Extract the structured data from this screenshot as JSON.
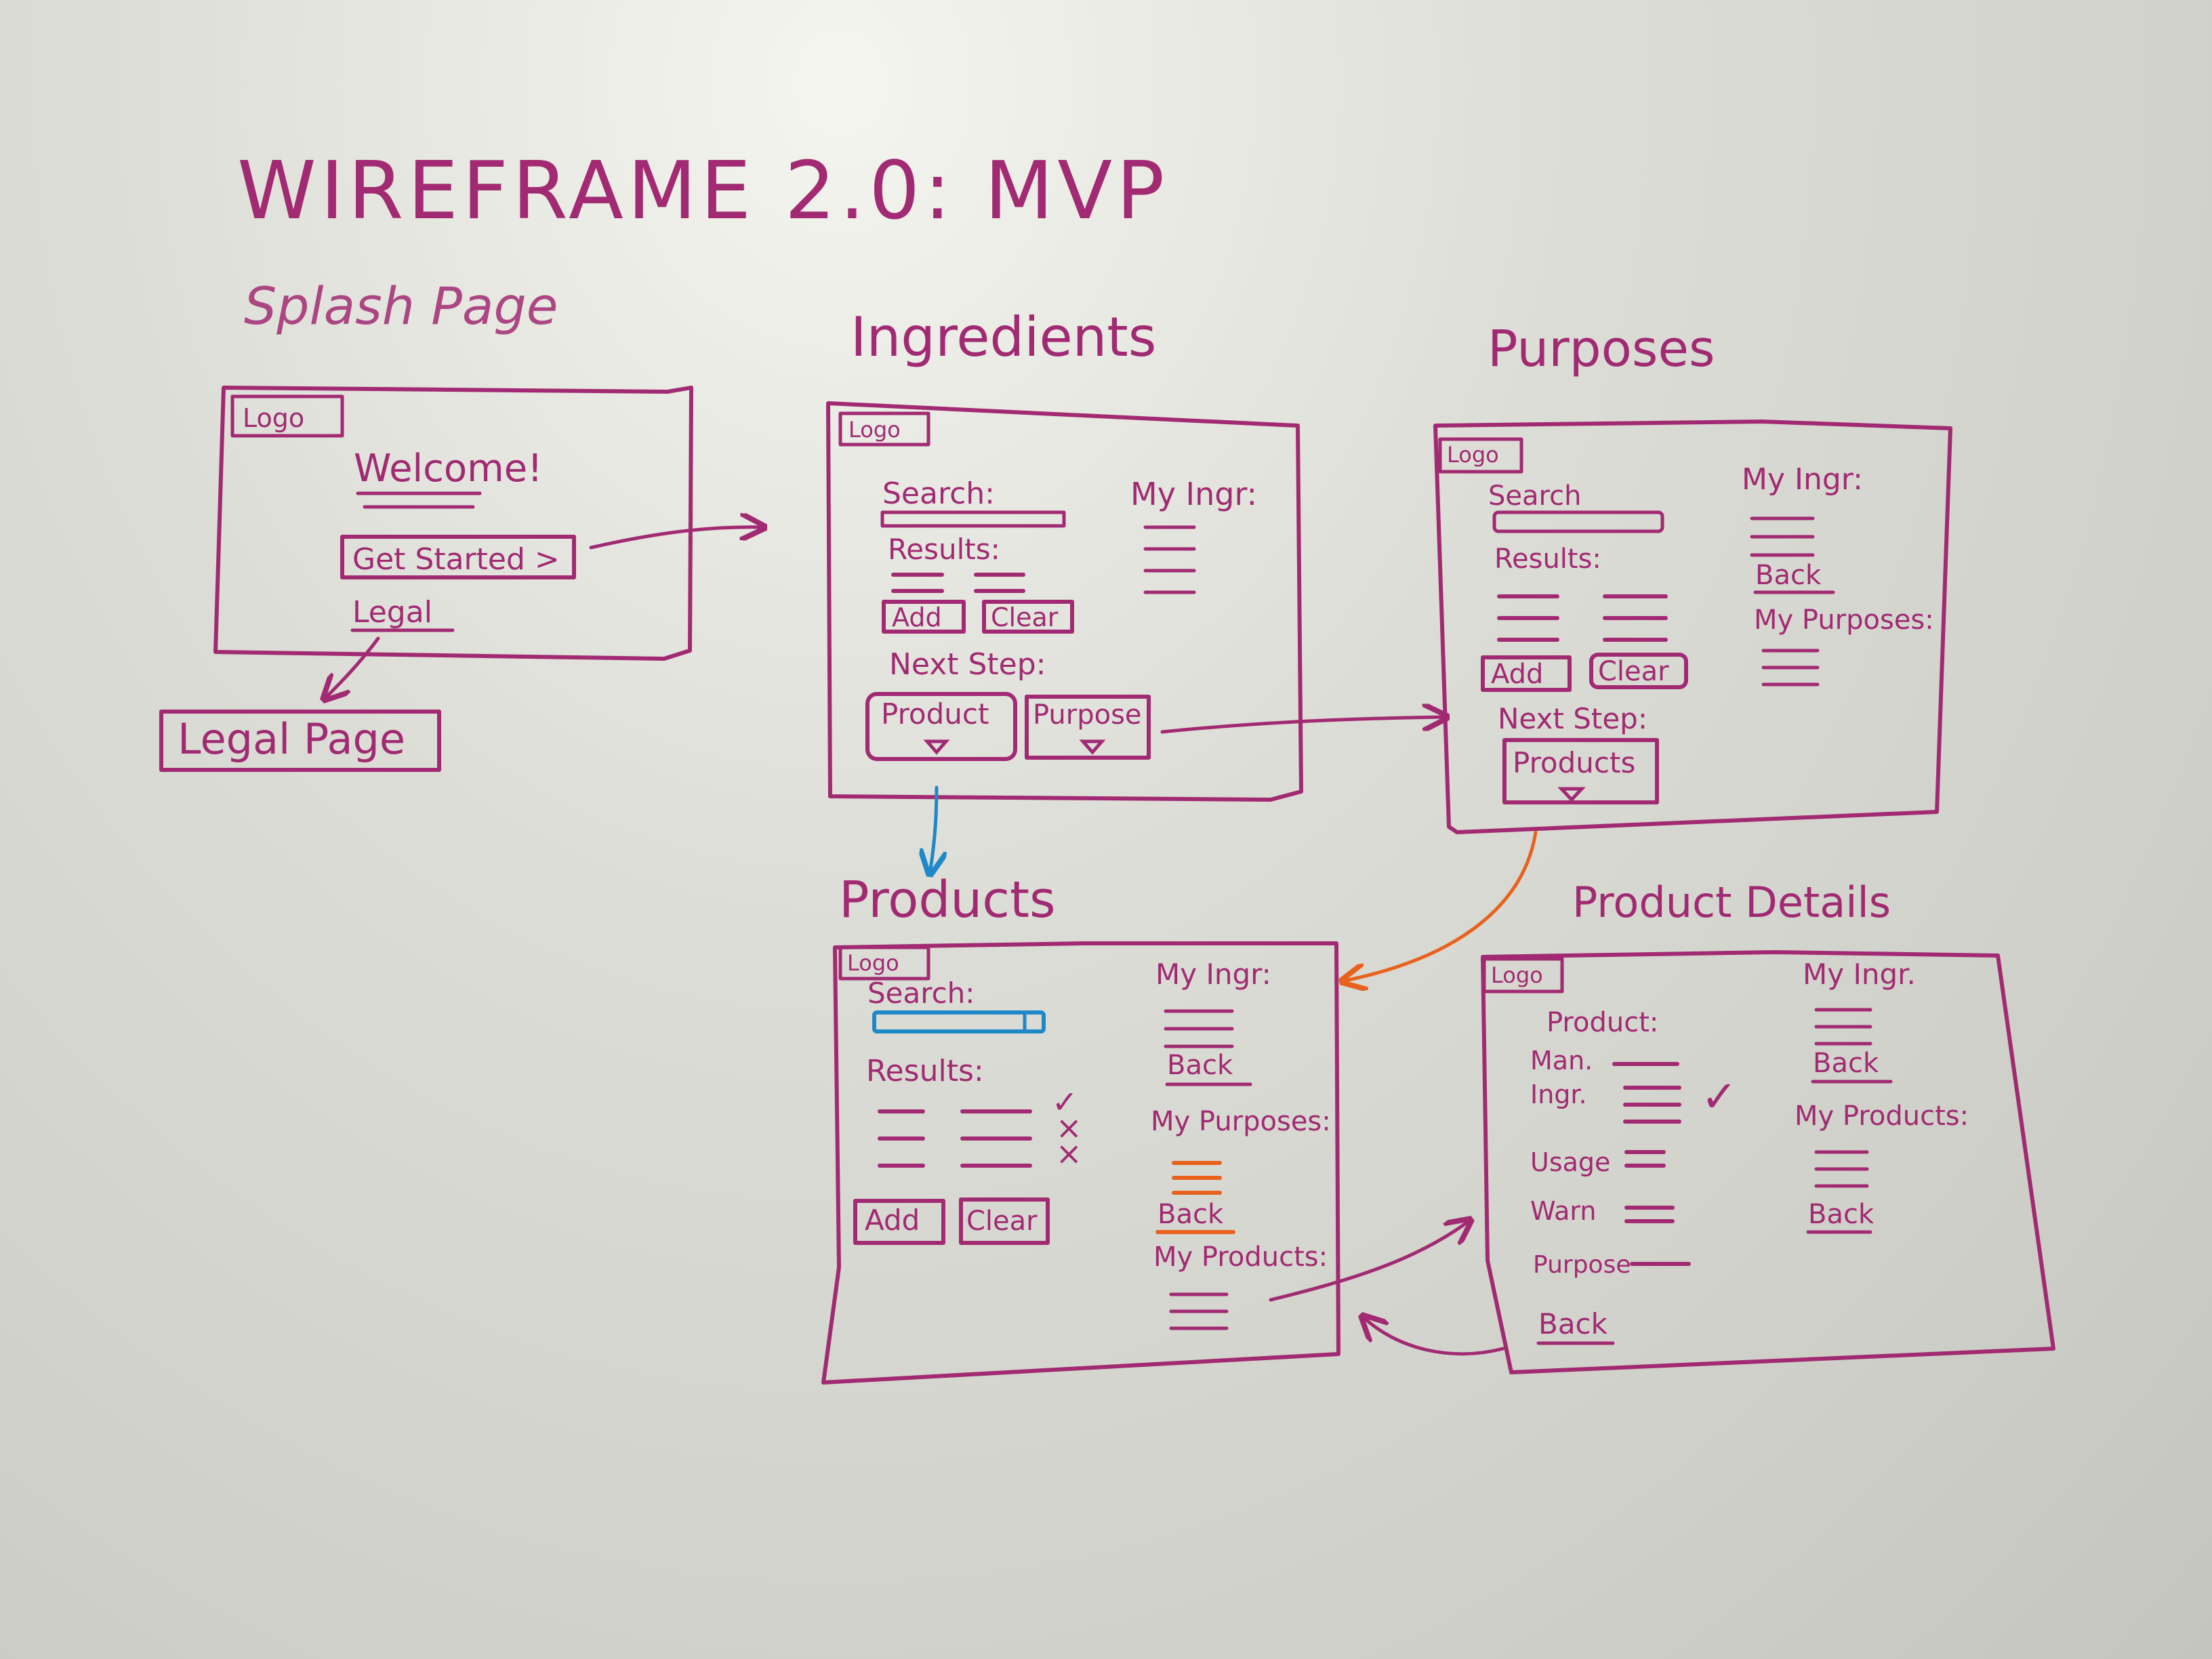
{
  "title": "WIREFRAME 2.0: MVP",
  "colors": {
    "marker_magenta": "#a12a72",
    "marker_blue": "#1e88c8",
    "marker_orange": "#e8621e",
    "board": "#d8d9d2"
  },
  "splash": {
    "heading": "Splash Page",
    "logo": "Logo",
    "welcome": "Welcome!",
    "get_started": "Get Started >",
    "legal": "Legal"
  },
  "legal_page": {
    "label": "Legal Page"
  },
  "ingredients": {
    "heading": "Ingredients",
    "logo": "Logo",
    "search": "Search:",
    "results": "Results:",
    "add": "Add",
    "clear": "Clear",
    "next_step": "Next Step:",
    "product": "Product",
    "purpose": "Purpose",
    "my_ingr": "My Ingr:"
  },
  "purposes": {
    "heading": "Purposes",
    "logo": "Logo",
    "search": "Search",
    "results": "Results:",
    "add": "Add",
    "clear": "Clear",
    "next_step": "Next Step:",
    "products": "Products",
    "my_ingr": "My Ingr:",
    "back": "Back",
    "my_purposes": "My Purposes:"
  },
  "products": {
    "heading": "Products",
    "logo": "Logo",
    "search": "Search:",
    "results": "Results:",
    "check": "✓",
    "x1": "×",
    "x2": "×",
    "add": "Add",
    "clear": "Clear",
    "my_ingr": "My Ingr:",
    "back1": "Back",
    "my_purposes": "My Purposes:",
    "back2": "Back",
    "my_products": "My Products:"
  },
  "product_details": {
    "heading": "Product Details",
    "logo": "Logo",
    "product": "Product:",
    "man": "Man.",
    "ingr": "Ingr.",
    "check": "✓",
    "usage": "Usage",
    "warn": "Warn",
    "purpose": "Purpose",
    "back": "Back",
    "my_ingr": "My Ingr.",
    "back1": "Back",
    "my_products": "My Products:",
    "back2": "Back"
  }
}
